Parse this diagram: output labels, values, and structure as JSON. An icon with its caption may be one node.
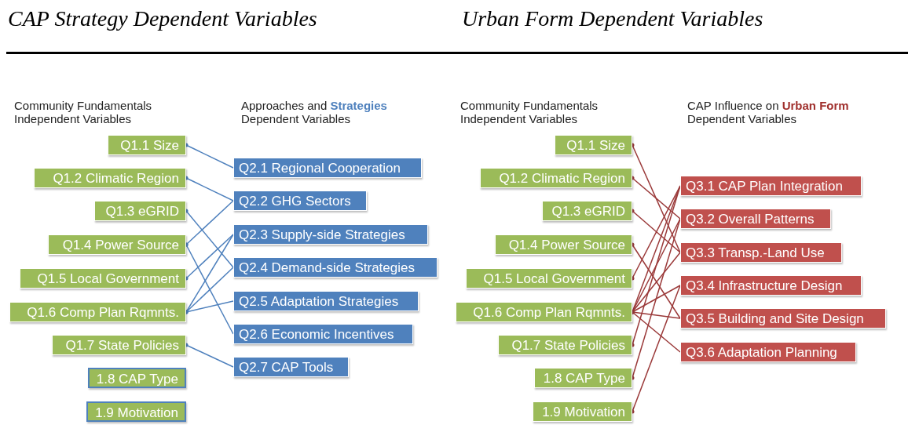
{
  "diagram": {
    "title": "CAP Strategy Dependent Variables",
    "nodes": [
      {
        "text": [
          "Q1.1 Size"
        ]
      },
      {
        "text": [
          "Q1.2 Climatic Region"
        ]
      },
      {
        "text": [
          "Q1.3 eGRID"
        ]
      },
      {
        "text": [
          "Q1.4 Power Source"
        ]
      },
      {
        "text": [
          "Q1.5 Local Government"
        ]
      },
      {
        "text": [
          "Q1.6 Comp Plan Rqmnts."
        ]
      },
      {
        "text": [
          "Q1.7 State Policies"
        ]
      },
      {
        "text": [
          "1.8 CAP Type"
        ]
      },
      {
        "text": [
          "1.9 Motivation"
        ]
      },
      {
        "text": [
          "Q2.1 Regional Cooperation"
        ]
      },
      {
        "text": [
          "Q2.2 GHG Sectors"
        ]
      },
      {
        "text": [
          "Q2.3 Supply-side Strategies"
        ]
      },
      {
        "text": [
          "Q2.4 Demand-side Strategies"
        ]
      },
      {
        "text": [
          "Q2.5 Adaptation Strategies"
        ]
      },
      {
        "text": [
          "Q2.6 Economic Incentives"
        ]
      },
      {
        "text": [
          "Q2.7 CAP Tools"
        ]
      },
      {
        "text": [
          "Q1.1 Size"
        ]
      },
      {
        "text": [
          "Q1.2 Climatic Region"
        ]
      },
      {
        "text": [
          "Q1.3 eGRID"
        ]
      },
      {
        "text": [
          "Q1.4 Power Source"
        ]
      },
      {
        "text": [
          "Q1.5 Local Government"
        ]
      },
      {
        "text": [
          "Q1.6 Comp Plan Rqmnts."
        ]
      },
      {
        "text": [
          "Q1.7 State Policies"
        ]
      },
      {
        "text": [
          "1.8 CAP Type"
        ]
      },
      {
        "text": [
          "1.9 Motivation"
        ]
      },
      {
        "text": [
          "Q3.1 CAP Plan Integration"
        ]
      },
      {
        "text": [
          "Q3.2 Overall Patterns"
        ]
      },
      {
        "text": [
          "Q3.3 Transp.-Land Use"
        ]
      },
      {
        "text": [
          "Q3.4 Infrastructure Design"
        ]
      },
      {
        "text": [
          "Q3.5 Building and Site Design"
        ]
      },
      {
        "text": [
          "Q3.6 Adaptation Planning"
        ]
      }
    ],
    "edges": [
      {
        "from": 0,
        "to": 9,
        "arrow": "other",
        "color": "#4f81bd"
      },
      {
        "from": 1,
        "to": 10,
        "arrow": "other",
        "color": "#4f81bd"
      },
      {
        "from": 2,
        "to": 12,
        "arrow": "other",
        "color": "#4f81bd"
      },
      {
        "from": 3,
        "to": 10,
        "arrow": "other",
        "color": "#4f81bd"
      },
      {
        "from": 3,
        "to": 14,
        "arrow": "other",
        "color": "#4f81bd"
      },
      {
        "from": 4,
        "to": 11,
        "arrow": "other",
        "color": "#4f81bd"
      },
      {
        "from": 5,
        "to": 11,
        "arrow": "other",
        "color": "#4f81bd"
      },
      {
        "from": 5,
        "to": 12,
        "arrow": "other",
        "color": "#4f81bd"
      },
      {
        "from": 5,
        "to": 13,
        "arrow": "other",
        "color": "#4f81bd"
      },
      {
        "from": 6,
        "to": 15,
        "arrow": "other",
        "color": "#4f81bd"
      },
      {
        "from": 16,
        "to": 27,
        "arrow": "other",
        "color": "#9b3a3a"
      },
      {
        "from": 17,
        "to": 26,
        "arrow": "other",
        "color": "#9b3a3a"
      },
      {
        "from": 18,
        "to": 27,
        "arrow": "other",
        "color": "#9b3a3a"
      },
      {
        "from": 19,
        "to": 29,
        "arrow": "other",
        "color": "#9b3a3a"
      },
      {
        "from": 20,
        "to": 25,
        "arrow": "other",
        "color": "#9b3a3a"
      },
      {
        "from": 21,
        "to": 25,
        "arrow": "other",
        "color": "#9b3a3a"
      },
      {
        "from": 21,
        "to": 26,
        "arrow": "other",
        "color": "#9b3a3a"
      },
      {
        "from": 21,
        "to": 27,
        "arrow": "other",
        "color": "#9b3a3a"
      },
      {
        "from": 21,
        "to": 28,
        "arrow": "other",
        "color": "#9b3a3a"
      },
      {
        "from": 21,
        "to": 29,
        "arrow": "other",
        "color": "#9b3a3a"
      },
      {
        "from": 21,
        "to": 30,
        "arrow": "other",
        "color": "#9b3a3a"
      },
      {
        "from": 22,
        "to": 25,
        "arrow": "other",
        "color": "#9b3a3a"
      },
      {
        "from": 23,
        "to": 26,
        "arrow": "other",
        "color": "#9b3a3a"
      },
      {
        "from": 24,
        "to": 28,
        "arrow": "other",
        "color": "#9b3a3a"
      }
    ],
    "labels": [
      "Urban Form Dependent Variables",
      "Community Fundamentals Independent Variables",
      "Approaches and **Strategies** Dependent Variables",
      "Community Fundamentals Independent Variables",
      "CAP Influence on **Urban Form** Dependent Variables"
    ]
  }
}
